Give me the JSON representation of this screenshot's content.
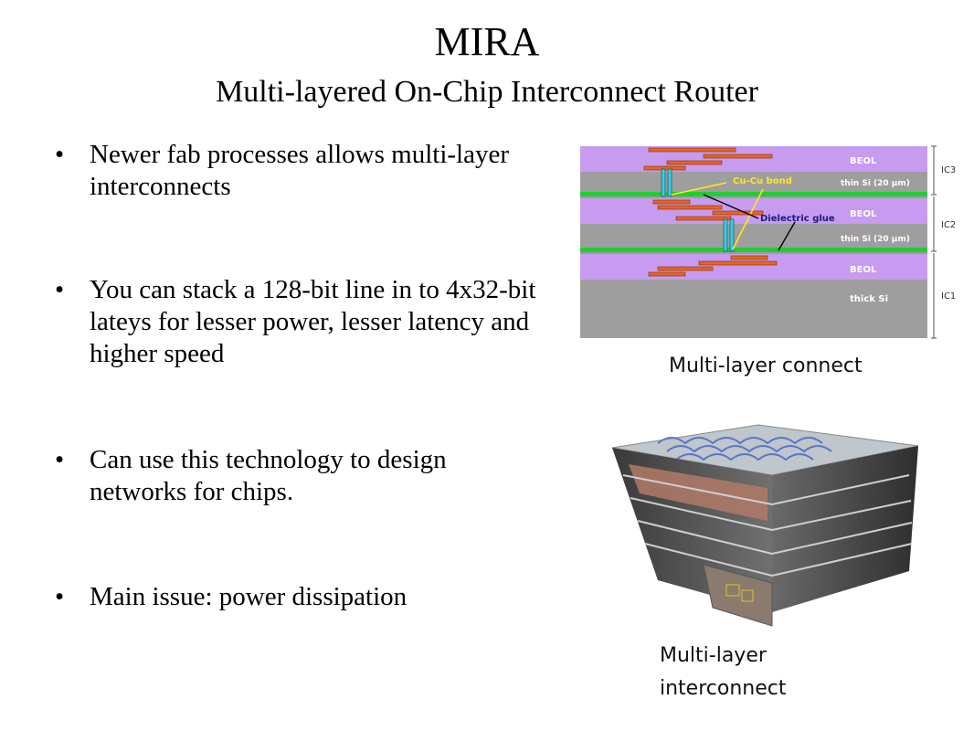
{
  "slide": {
    "title": "MIRA",
    "subtitle": "Multi-layered On-Chip Interconnect Router"
  },
  "bullets": [
    {
      "text": "Newer fab processes allows multi-layer interconnects"
    },
    {
      "text": "You can stack a 128-bit line in to 4x32-bit lateys for lesser power, lesser latency and higher speed"
    },
    {
      "text": "Can use this technology to design networks for chips."
    },
    {
      "text": "Main issue: power dissipation"
    }
  ],
  "figure1": {
    "caption": "Multi-layer connect",
    "labels": {
      "beol": "BEOL",
      "thin_si": "thin Si (20 µm)",
      "thick_si": "thick Si",
      "cu_bond": "Cu-Cu bond",
      "dielectric": "Dielectric glue",
      "ic3": "IC3",
      "ic2": "IC2",
      "ic1": "IC1"
    },
    "colors": {
      "beol": "#c79bf0",
      "si": "#9e9e9e",
      "glue": "#22cc33",
      "metal": "#e8641e",
      "via": "#40c8e0"
    }
  },
  "figure2": {
    "caption": "Multi-layer interconnect"
  }
}
